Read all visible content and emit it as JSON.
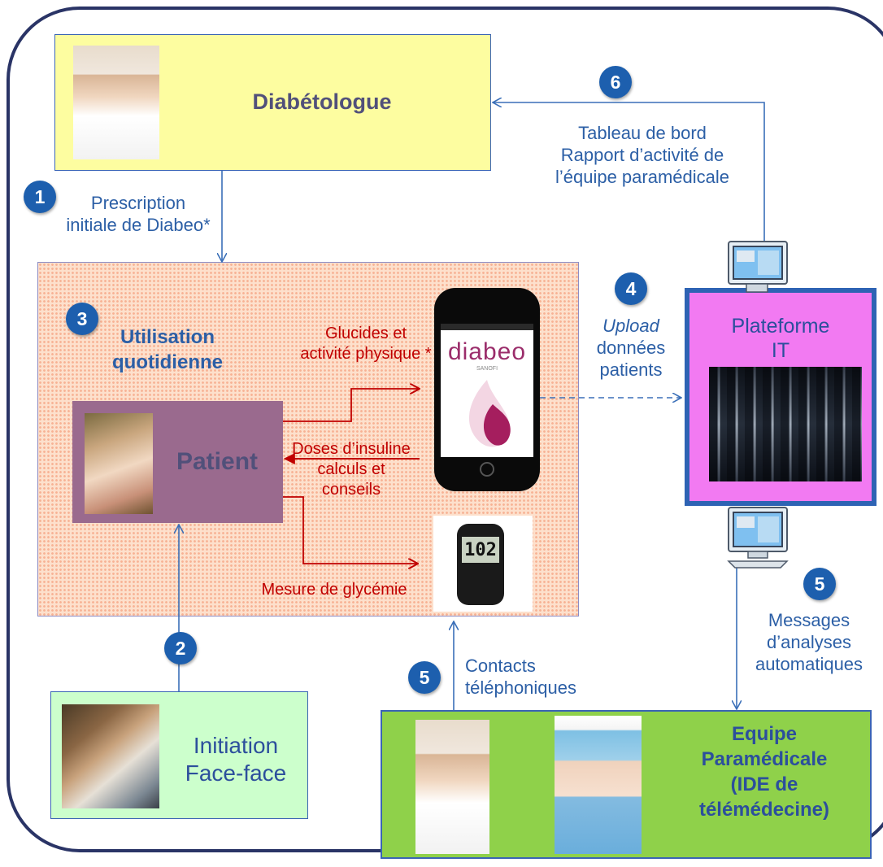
{
  "diabetologue": {
    "label": "Diabétologue"
  },
  "steps": {
    "s1": "1",
    "s2": "2",
    "s3": "3",
    "s4": "4",
    "s5a": "5",
    "s5b": "5",
    "s6": "6"
  },
  "prescription": {
    "line1": "Prescription",
    "line2": "initiale de Diabeo*"
  },
  "tableau": {
    "line1": "Tableau de bord",
    "line2": "Rapport d’activité de",
    "line3": "l’équipe paramédicale"
  },
  "utilisation": {
    "line1": "Utilisation",
    "line2": "quotidienne"
  },
  "patient": {
    "label": "Patient"
  },
  "glucides": {
    "line1": "Glucides et",
    "line2": "activité physique *"
  },
  "doses": {
    "line1": "Doses d’insuline",
    "line2": "calculs et",
    "line3": "conseils"
  },
  "mesure": {
    "label": "Mesure de glycémie"
  },
  "app": {
    "brand": "diabeo",
    "brand_sub": "SANOFI"
  },
  "meter": {
    "reading": "102"
  },
  "upload": {
    "line1": "Upload",
    "line2": "données",
    "line3": "patients"
  },
  "platform": {
    "line1": "Plateforme",
    "line2": "IT"
  },
  "messages": {
    "line1": "Messages",
    "line2": "d’analyses",
    "line3": "automatiques"
  },
  "contacts": {
    "line1": "Contacts",
    "line2": "téléphoniques"
  },
  "initiation": {
    "line1": "Initiation",
    "line2": "Face-face"
  },
  "team": {
    "line1": "Equipe",
    "line2": "Paramédicale",
    "line3": "(IDE de",
    "line4": "télémédecine)"
  },
  "colors": {
    "arrow_blue": "#3a6fb8",
    "arrow_red": "#c00000",
    "badge": "#1d5fae",
    "platform_fill": "#f27af2",
    "team_fill": "#8fd14a"
  }
}
